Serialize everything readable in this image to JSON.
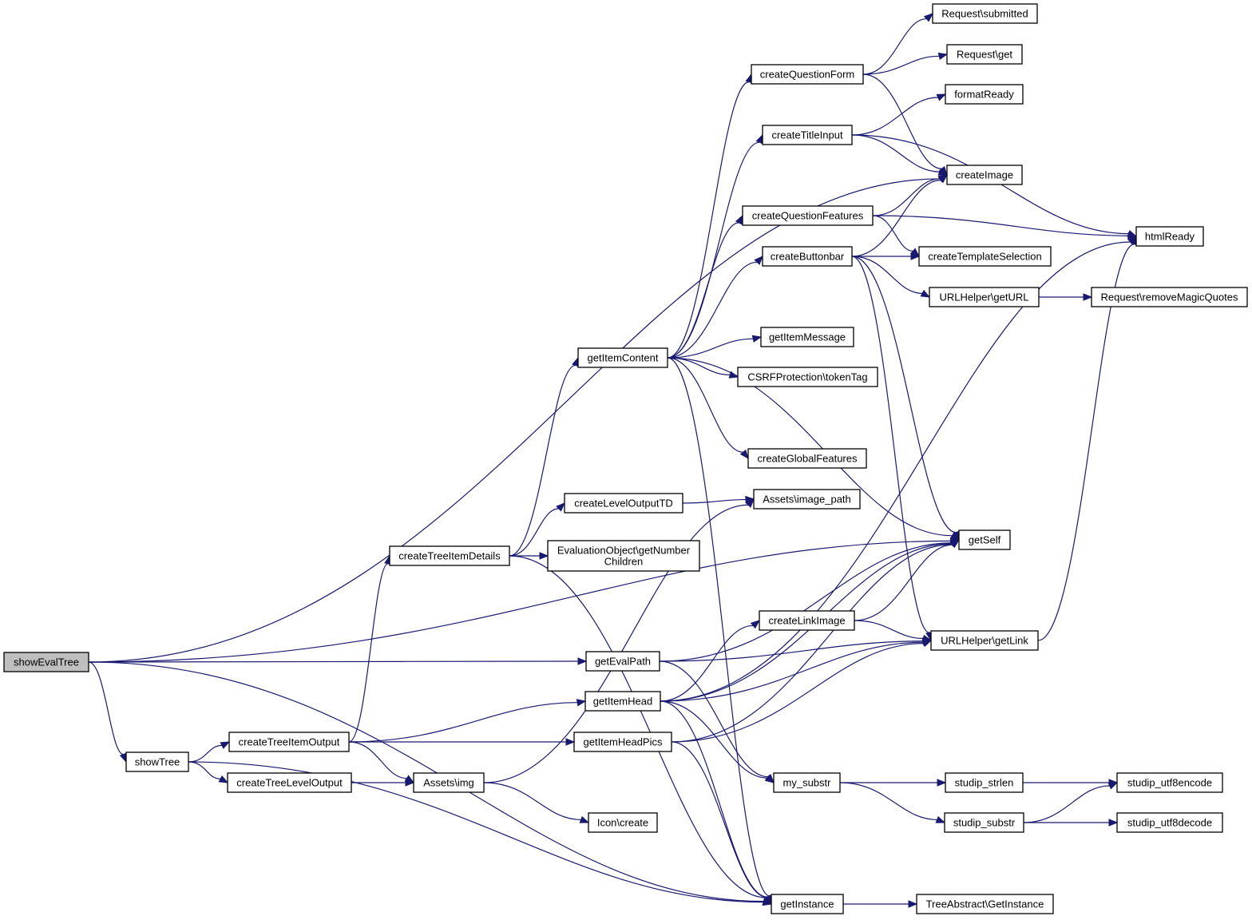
{
  "diagram": {
    "edge_color": "#191970",
    "root_fill": "#bfbfbf",
    "nodes": [
      {
        "id": "showEvalTree",
        "lines": [
          "showEvalTree"
        ],
        "root": true
      },
      {
        "id": "showTree",
        "lines": [
          "showTree"
        ]
      },
      {
        "id": "createTreeItemOutput",
        "lines": [
          "createTreeItemOutput"
        ]
      },
      {
        "id": "createTreeLevelOutput",
        "lines": [
          "createTreeLevelOutput"
        ]
      },
      {
        "id": "createTreeItemDetails",
        "lines": [
          "createTreeItemDetails"
        ]
      },
      {
        "id": "assetsImg",
        "lines": [
          "Assets\\img"
        ]
      },
      {
        "id": "getItemContent",
        "lines": [
          "getItemContent"
        ]
      },
      {
        "id": "createLevelOutputTD",
        "lines": [
          "createLevelOutputTD"
        ]
      },
      {
        "id": "getNumberChildren",
        "lines": [
          "EvaluationObject\\getNumber",
          "Children"
        ]
      },
      {
        "id": "getEvalPath",
        "lines": [
          "getEvalPath"
        ]
      },
      {
        "id": "getItemHead",
        "lines": [
          "getItemHead"
        ]
      },
      {
        "id": "getItemHeadPics",
        "lines": [
          "getItemHeadPics"
        ]
      },
      {
        "id": "iconCreate",
        "lines": [
          "Icon\\create"
        ]
      },
      {
        "id": "createQuestionForm",
        "lines": [
          "createQuestionForm"
        ]
      },
      {
        "id": "createTitleInput",
        "lines": [
          "createTitleInput"
        ]
      },
      {
        "id": "createQuestionFeatures",
        "lines": [
          "createQuestionFeatures"
        ]
      },
      {
        "id": "createButtonbar",
        "lines": [
          "createButtonbar"
        ]
      },
      {
        "id": "getItemMessage",
        "lines": [
          "getItemMessage"
        ]
      },
      {
        "id": "tokenTag",
        "lines": [
          "CSRFProtection\\tokenTag"
        ]
      },
      {
        "id": "createGlobalFeatures",
        "lines": [
          "createGlobalFeatures"
        ]
      },
      {
        "id": "imagePath",
        "lines": [
          "Assets\\image_path"
        ]
      },
      {
        "id": "createLinkImage",
        "lines": [
          "createLinkImage"
        ]
      },
      {
        "id": "mySubstr",
        "lines": [
          "my_substr"
        ]
      },
      {
        "id": "getInstance",
        "lines": [
          "getInstance"
        ]
      },
      {
        "id": "reqSubmitted",
        "lines": [
          "Request\\submitted"
        ]
      },
      {
        "id": "reqGet",
        "lines": [
          "Request\\get"
        ]
      },
      {
        "id": "formatReady",
        "lines": [
          "formatReady"
        ]
      },
      {
        "id": "createImage",
        "lines": [
          "createImage"
        ]
      },
      {
        "id": "createTemplateSelection",
        "lines": [
          "createTemplateSelection"
        ]
      },
      {
        "id": "getURL",
        "lines": [
          "URLHelper\\getURL"
        ]
      },
      {
        "id": "getSelf",
        "lines": [
          "getSelf"
        ]
      },
      {
        "id": "getLink",
        "lines": [
          "URLHelper\\getLink"
        ]
      },
      {
        "id": "studipStrlen",
        "lines": [
          "studip_strlen"
        ]
      },
      {
        "id": "studipSubstr",
        "lines": [
          "studip_substr"
        ]
      },
      {
        "id": "treeGetInstance",
        "lines": [
          "TreeAbstract\\GetInstance"
        ]
      },
      {
        "id": "htmlReady",
        "lines": [
          "htmlReady"
        ]
      },
      {
        "id": "removeMagicQuotes",
        "lines": [
          "Request\\removeMagicQuotes"
        ]
      },
      {
        "id": "utf8encode",
        "lines": [
          "studip_utf8encode"
        ]
      },
      {
        "id": "utf8decode",
        "lines": [
          "studip_utf8decode"
        ]
      }
    ],
    "edges": [
      [
        "showEvalTree",
        "createImage"
      ],
      [
        "showEvalTree",
        "getSelf"
      ],
      [
        "showEvalTree",
        "getEvalPath"
      ],
      [
        "showEvalTree",
        "showTree"
      ],
      [
        "showEvalTree",
        "getInstance"
      ],
      [
        "showTree",
        "createTreeItemOutput"
      ],
      [
        "showTree",
        "createTreeLevelOutput"
      ],
      [
        "showTree",
        "getInstance"
      ],
      [
        "createTreeItemOutput",
        "createTreeItemDetails"
      ],
      [
        "createTreeItemOutput",
        "getItemHead"
      ],
      [
        "createTreeItemOutput",
        "getItemHeadPics"
      ],
      [
        "createTreeItemOutput",
        "assetsImg"
      ],
      [
        "createTreeLevelOutput",
        "assetsImg"
      ],
      [
        "createTreeItemDetails",
        "getItemContent"
      ],
      [
        "createTreeItemDetails",
        "createLevelOutputTD"
      ],
      [
        "createTreeItemDetails",
        "getNumberChildren"
      ],
      [
        "createTreeItemDetails",
        "getInstance"
      ],
      [
        "assetsImg",
        "imagePath"
      ],
      [
        "assetsImg",
        "iconCreate"
      ],
      [
        "createLevelOutputTD",
        "imagePath"
      ],
      [
        "getItemContent",
        "createQuestionForm"
      ],
      [
        "getItemContent",
        "createTitleInput"
      ],
      [
        "getItemContent",
        "createQuestionFeatures"
      ],
      [
        "getItemContent",
        "createButtonbar"
      ],
      [
        "getItemContent",
        "getItemMessage"
      ],
      [
        "getItemContent",
        "tokenTag"
      ],
      [
        "getItemContent",
        "createGlobalFeatures"
      ],
      [
        "getItemContent",
        "getSelf"
      ],
      [
        "getItemContent",
        "getInstance"
      ],
      [
        "createQuestionForm",
        "reqSubmitted"
      ],
      [
        "createQuestionForm",
        "reqGet"
      ],
      [
        "createQuestionForm",
        "createImage"
      ],
      [
        "createTitleInput",
        "formatReady"
      ],
      [
        "createTitleInput",
        "createImage"
      ],
      [
        "createTitleInput",
        "htmlReady"
      ],
      [
        "createQuestionFeatures",
        "createImage"
      ],
      [
        "createQuestionFeatures",
        "htmlReady"
      ],
      [
        "createQuestionFeatures",
        "createTemplateSelection"
      ],
      [
        "createButtonbar",
        "createImage"
      ],
      [
        "createButtonbar",
        "createTemplateSelection"
      ],
      [
        "createButtonbar",
        "getURL"
      ],
      [
        "createButtonbar",
        "getSelf"
      ],
      [
        "createButtonbar",
        "getLink"
      ],
      [
        "getURL",
        "removeMagicQuotes"
      ],
      [
        "getEvalPath",
        "getSelf"
      ],
      [
        "getEvalPath",
        "getLink"
      ],
      [
        "getEvalPath",
        "mySubstr"
      ],
      [
        "getItemHead",
        "createLinkImage"
      ],
      [
        "getItemHead",
        "getLink"
      ],
      [
        "getItemHead",
        "getSelf"
      ],
      [
        "getItemHead",
        "htmlReady"
      ],
      [
        "getItemHead",
        "mySubstr"
      ],
      [
        "getItemHead",
        "getInstance"
      ],
      [
        "getItemHeadPics",
        "getSelf"
      ],
      [
        "getItemHeadPics",
        "getLink"
      ],
      [
        "getItemHeadPics",
        "getInstance"
      ],
      [
        "createLinkImage",
        "getSelf"
      ],
      [
        "createLinkImage",
        "getLink"
      ],
      [
        "getLink",
        "htmlReady"
      ],
      [
        "mySubstr",
        "studipStrlen"
      ],
      [
        "mySubstr",
        "studipSubstr"
      ],
      [
        "studipStrlen",
        "utf8encode"
      ],
      [
        "studipSubstr",
        "utf8encode"
      ],
      [
        "studipSubstr",
        "utf8decode"
      ],
      [
        "getInstance",
        "treeGetInstance"
      ]
    ]
  }
}
